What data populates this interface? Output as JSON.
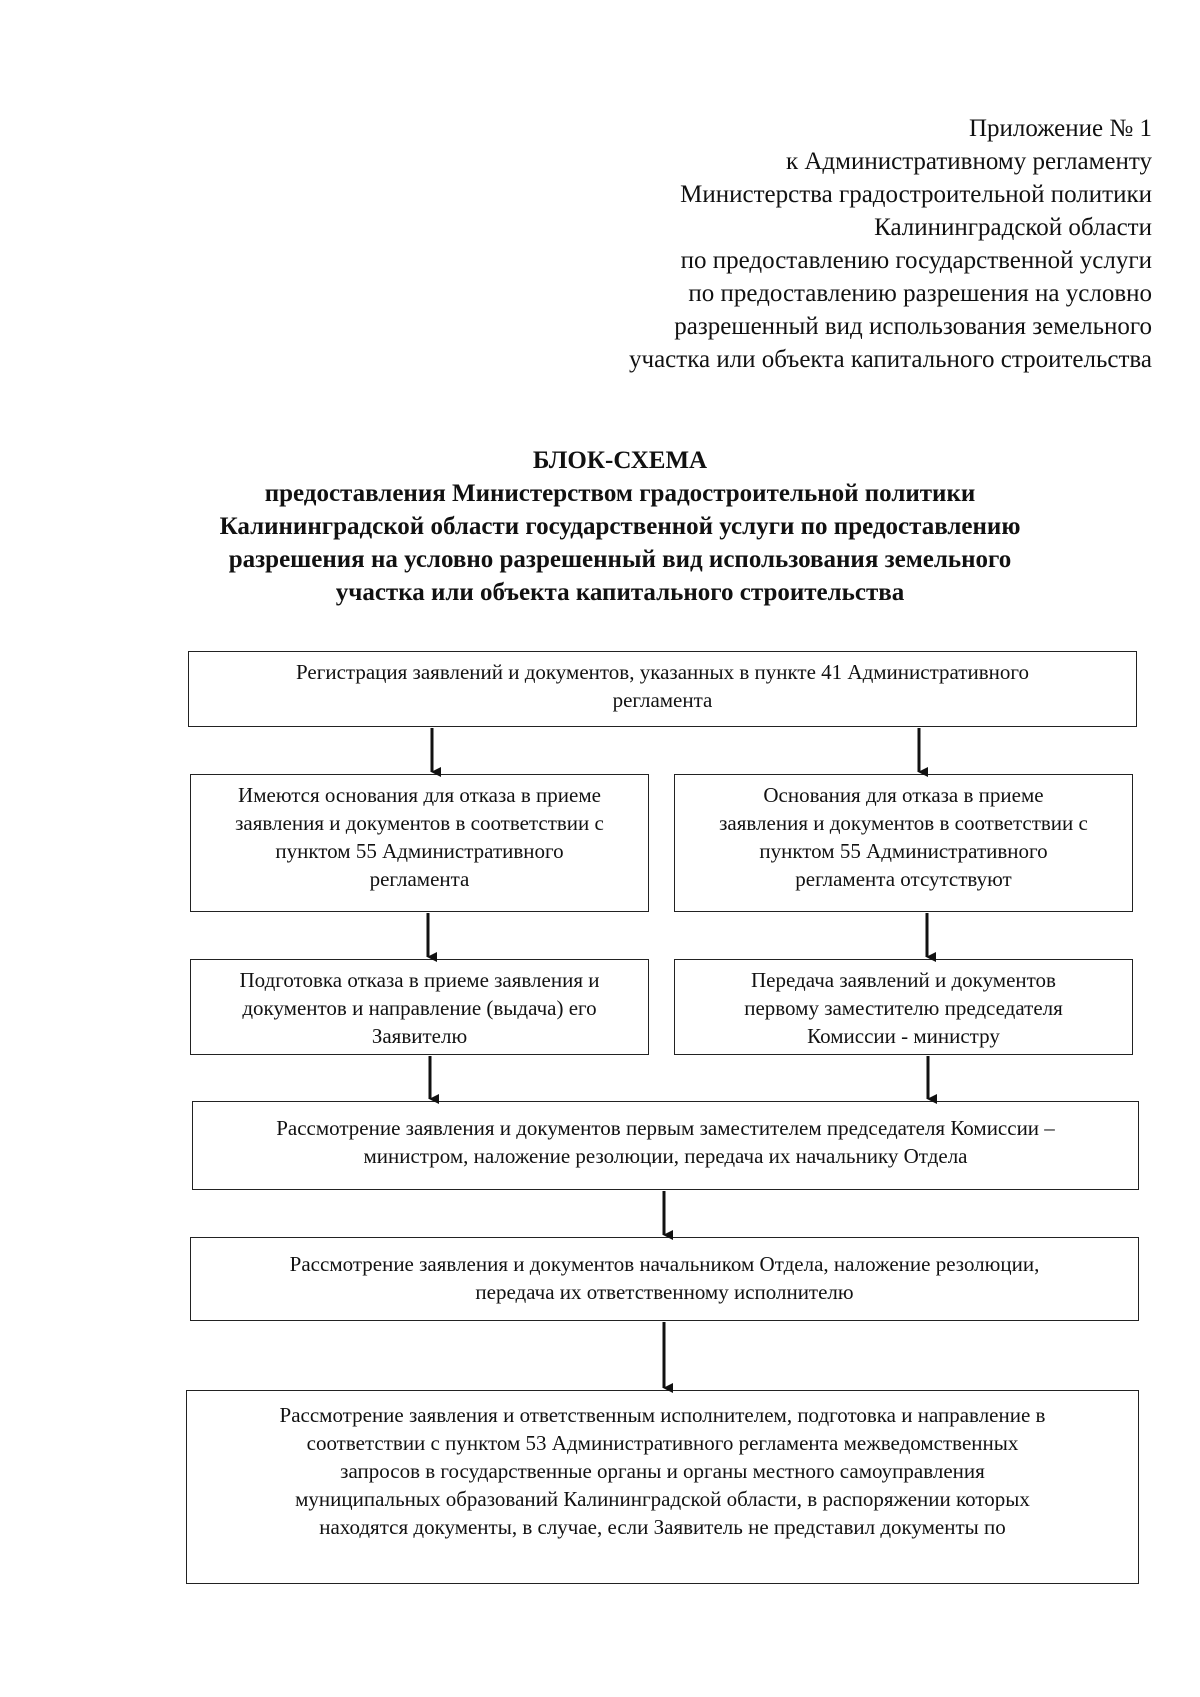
{
  "appendix": {
    "lines": [
      "Приложение № 1",
      "к Административному регламенту",
      "Министерства градостроительной политики",
      "Калининградской области",
      "по предоставлению государственной услуги",
      "по предоставлению разрешения на условно",
      "разрешенный вид использования земельного",
      "участка или объекта капитального строительства"
    ]
  },
  "title": {
    "heading": "БЛОК-СХЕМА",
    "subtitle_lines": [
      "предоставления Министерством градостроительной политики",
      "Калининградской области государственной услуги по предоставлению",
      "разрешения на условно разрешенный вид использования земельного",
      "участка или объекта капитального строительства"
    ]
  },
  "flowchart": {
    "registration": [
      "Регистрация заявлений и документов, указанных в пункте 41 Административного",
      "регламента"
    ],
    "refusal_grounds": [
      "Имеются основания для отказа в приеме",
      "заявления и документов в соответствии с",
      "пунктом 55 Административного",
      "регламента"
    ],
    "no_refusal_grounds": [
      "Основания для отказа в приеме",
      "заявления и документов в соответствии с",
      "пунктом 55 Административного",
      "регламента отсутствуют"
    ],
    "refusal_preparation": [
      "Подготовка отказа в приеме заявления и",
      "документов и направление (выдача) его",
      "Заявителю"
    ],
    "transfer_to_deputy": [
      "Передача заявлений и документов",
      "первому заместителю председателя",
      "Комиссии - министру"
    ],
    "deputy_review": [
      "Рассмотрение заявления и документов первым заместителем председателя Комиссии –",
      "министром, наложение резолюции, передача их начальнику Отдела"
    ],
    "head_review": [
      "Рассмотрение заявления и документов начальником Отдела, наложение резолюции,",
      "передача их ответственному исполнителю"
    ],
    "executor_review": [
      "Рассмотрение заявления и ответственным исполнителем, подготовка и направление в",
      "соответствии с пунктом 53 Административного регламента межведомственных",
      "запросов в государственные органы и органы местного самоуправления",
      "муниципальных образований Калининградской области, в распоряжении которых",
      "находятся документы, в случае, если Заявитель не представил документы по"
    ]
  }
}
